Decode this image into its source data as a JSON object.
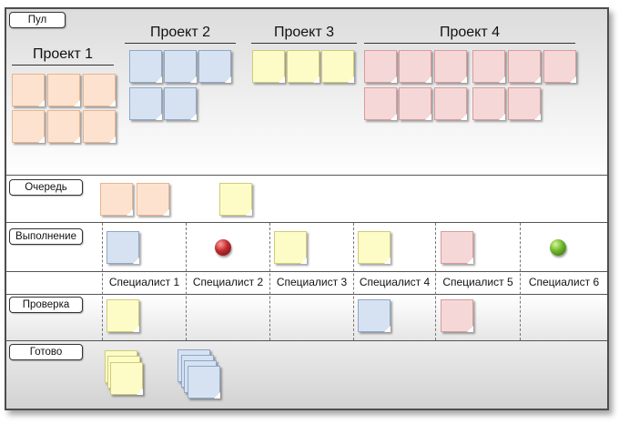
{
  "lanes": {
    "pool": "Пул",
    "queue": "Очередь",
    "execution": "Выполнение",
    "review": "Проверка",
    "done": "Готово"
  },
  "projects": [
    "Проект 1",
    "Проект 2",
    "Проект 3",
    "Проект 4"
  ],
  "specialists": [
    "Специалист 1",
    "Специалист 2",
    "Специалист 3",
    "Специалист 4",
    "Специалист 5",
    "Специалист 6"
  ],
  "colors": {
    "project_1": "#fde3cf",
    "project_2": "#d6e2f2",
    "project_3": "#fdfcc7",
    "project_4": "#f6d7d7",
    "blocked_marker": "#c0282c",
    "free_marker": "#6eb52a"
  },
  "board": {
    "pool": {
      "project_1": 6,
      "project_2": 5,
      "project_3": 3,
      "project_4": 11
    },
    "queue": [
      "project_1",
      "project_1",
      "project_3"
    ],
    "execution": [
      {
        "specialist": "Специалист 1",
        "task": "project_2"
      },
      {
        "specialist": "Специалист 2",
        "marker": "red"
      },
      {
        "specialist": "Специалист 3",
        "task": "project_3"
      },
      {
        "specialist": "Специалист 4",
        "task": "project_3"
      },
      {
        "specialist": "Специалист 5",
        "task": "project_4"
      },
      {
        "specialist": "Специалист 6",
        "marker": "green"
      }
    ],
    "review": [
      {
        "specialist": "Специалист 1",
        "task": "project_3"
      },
      {
        "specialist": "Специалист 4",
        "task": "project_2"
      },
      {
        "specialist": "Специалист 5",
        "task": "project_4"
      }
    ],
    "done": {
      "project_3": 3,
      "project_2": 4
    }
  }
}
